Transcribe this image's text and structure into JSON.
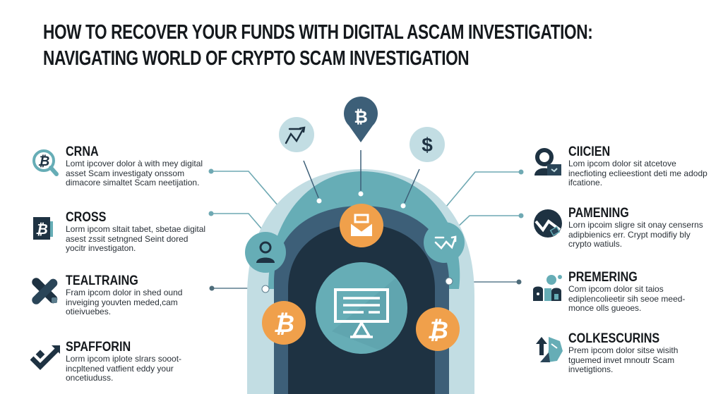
{
  "title": {
    "line1": "HOW TO RECOVER YOUR FUNDS WITH DIGITAL ASCAM INVESTIGATION:",
    "line2": "NAVIGATING WORLD OF CRYPTO SCAM INVESTIGATION"
  },
  "colors": {
    "dark_navy": "#1e3242",
    "slate_blue": "#3d5f78",
    "teal": "#66adb6",
    "light_teal": "#c2dde3",
    "orange": "#f0a04b",
    "text": "#15191d"
  },
  "left_items": [
    {
      "heading": "CRNA",
      "text": "Lomt ipcover dolor à with mey digital asset Scam investigaty onssom dimacore simaltet Scam neetijation.",
      "icon": "bitcoin-search-icon"
    },
    {
      "heading": "CROSS",
      "text": "Lorm ipcom sltait tabet, sbetae digital asest zssit setngned Seint dored yocitr investigaton.",
      "icon": "bitcoin-wallet-icon"
    },
    {
      "heading": "TEALTRAING",
      "text": "Fram ipcom dolor in shed ound inveiging youvten meded,cam otieivuebes.",
      "icon": "crossed-bandage-icon"
    },
    {
      "heading": "SPAFFORIN",
      "text": "Lorm ipcom iplote slrars sooot-incpltened vatfient eddy your oncetiuduss.",
      "icon": "growth-arrow-icon"
    }
  ],
  "right_items": [
    {
      "heading": "CIICIEN",
      "text": "Lom ipcom dolor sit atcetove inecfioting eclieestiont deti me adodp ifcatione.",
      "icon": "investigator-laptop-icon"
    },
    {
      "heading": "PAMENING",
      "text": "Lorn ipcoim sligre sit onay censerns adipbienics err. Crypt modifiy bly crypto watiuls.",
      "icon": "chart-tag-icon"
    },
    {
      "heading": "PREMERING",
      "text": "Com ipcom dolor sit taios ediplencolieetir sih seoe meed-monce olls gueoes.",
      "icon": "bank-building-icon"
    },
    {
      "heading": "COLKESCURINS",
      "text": "Prem ipcom dolor sitse wisith tguemed invet mnoutr Scam invetigtions.",
      "icon": "recovery-arrows-icon"
    }
  ],
  "center": {
    "top_icons": [
      "network-chart-icon",
      "bitcoin-pin-icon",
      "dollar-icon"
    ],
    "ring_icons": [
      "investigator-icon",
      "briefcase-icon",
      "trend-chart-icon",
      "bitcoin-coin-left-icon",
      "bitcoin-coin-right-icon"
    ],
    "core_icon": "monitor-report-icon",
    "top_symbols": {
      "bitcoin": "₿",
      "dollar": "$"
    }
  }
}
